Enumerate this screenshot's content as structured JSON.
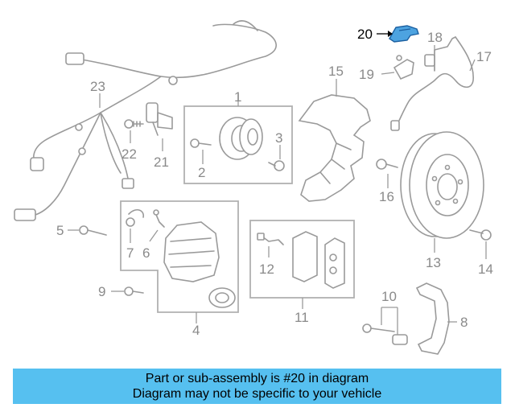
{
  "colors": {
    "highlight": "#4da3e0",
    "part_stroke": "#9a9a9a",
    "banner_bg": "#56c0f0",
    "label": "#8a8a8a"
  },
  "callouts": [
    {
      "id": "20",
      "text": "20",
      "highlighted": true
    },
    {
      "id": "18",
      "text": "18"
    },
    {
      "id": "17",
      "text": "17"
    },
    {
      "id": "19",
      "text": "19"
    },
    {
      "id": "15",
      "text": "15"
    },
    {
      "id": "1",
      "text": "1"
    },
    {
      "id": "23",
      "text": "23"
    },
    {
      "id": "3",
      "text": "3"
    },
    {
      "id": "22",
      "text": "22"
    },
    {
      "id": "21",
      "text": "21"
    },
    {
      "id": "2",
      "text": "2"
    },
    {
      "id": "16",
      "text": "16"
    },
    {
      "id": "5",
      "text": "5"
    },
    {
      "id": "7",
      "text": "7"
    },
    {
      "id": "6",
      "text": "6"
    },
    {
      "id": "12",
      "text": "12"
    },
    {
      "id": "13",
      "text": "13"
    },
    {
      "id": "14",
      "text": "14"
    },
    {
      "id": "9",
      "text": "9"
    },
    {
      "id": "10",
      "text": "10"
    },
    {
      "id": "8",
      "text": "8"
    },
    {
      "id": "4",
      "text": "4"
    },
    {
      "id": "11",
      "text": "11"
    }
  ],
  "banner": {
    "line1": "Part or sub-assembly is #20 in diagram",
    "line2": "Diagram may not be specific to your vehicle"
  }
}
